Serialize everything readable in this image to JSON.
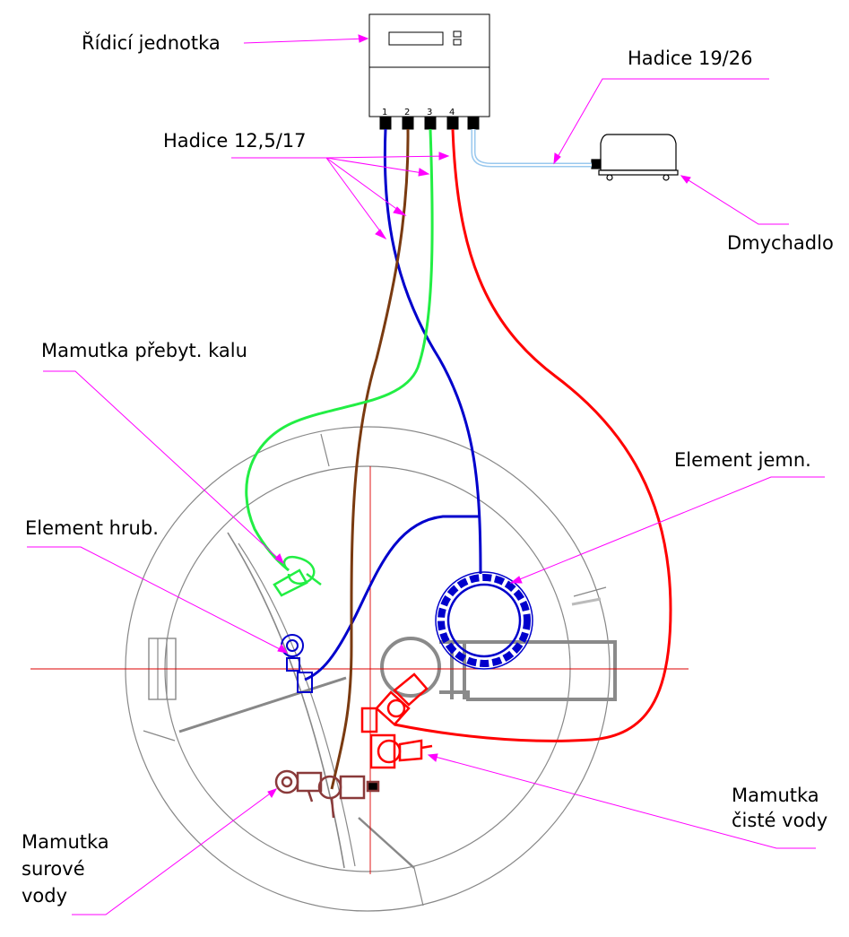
{
  "labels": {
    "control_unit": "Řídicí jednotka",
    "hose_large": "Hadice 19/26",
    "hose_small": "Hadice 12,5/17",
    "blower": "Dmychadlo",
    "sludge_pump": "Mamutka přebyt. kalu",
    "fine_element": "Element jemn.",
    "coarse_element": "Element hrub.",
    "raw_pump_line1": "Mamutka",
    "raw_pump_line2": "surové",
    "raw_pump_line3": "vody",
    "clean_pump_line1": "Mamutka",
    "clean_pump_line2": "čisté vody"
  },
  "ports": [
    "1",
    "2",
    "3",
    "4"
  ],
  "colors": {
    "hose_1": "#0000cc",
    "hose_2": "#7a3a10",
    "hose_3": "#22ee44",
    "hose_4": "#ff0000",
    "air_hose": "#99c8ee",
    "leader": "#ff00ff",
    "tank": "#888888",
    "axis": "#dd0000"
  }
}
